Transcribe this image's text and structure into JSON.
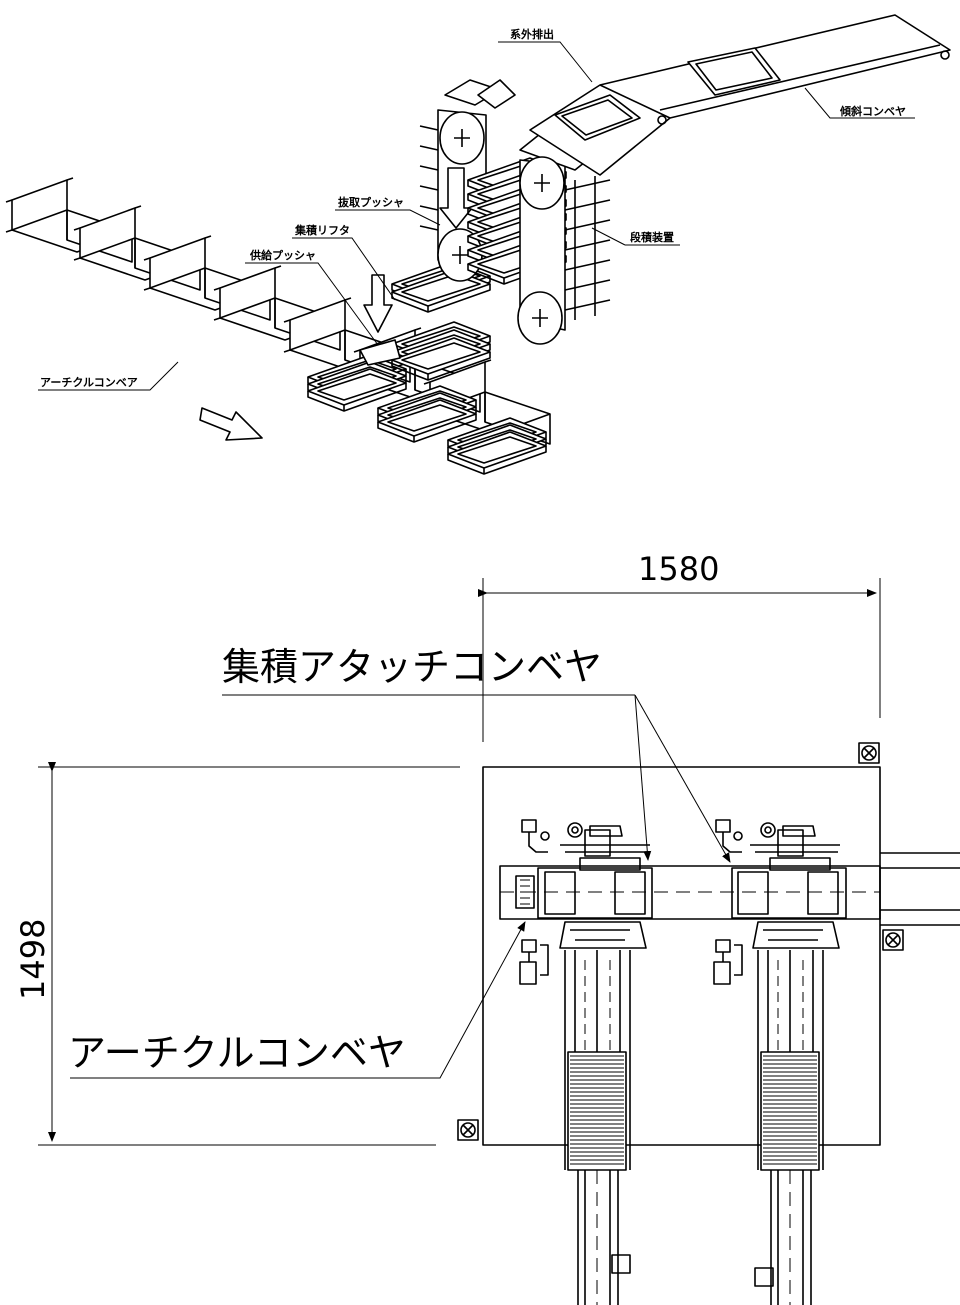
{
  "isometric": {
    "labels": {
      "outlet": "系外排出",
      "incline_conveyor": "傾斜コンベヤ",
      "extract_pusher": "抜取プッシャ",
      "collect_lifter": "集積リフタ",
      "supply_pusher": "供給プッシャ",
      "stacker": "段積装置",
      "article_conveyor": "アーチクルコンベア"
    }
  },
  "plan": {
    "labels": {
      "collect_attach_conveyor": "集積アタッチコンベヤ",
      "article_conveyor": "アーチクルコンベヤ"
    },
    "dimensions": {
      "width": "1580",
      "height": "1498"
    }
  }
}
